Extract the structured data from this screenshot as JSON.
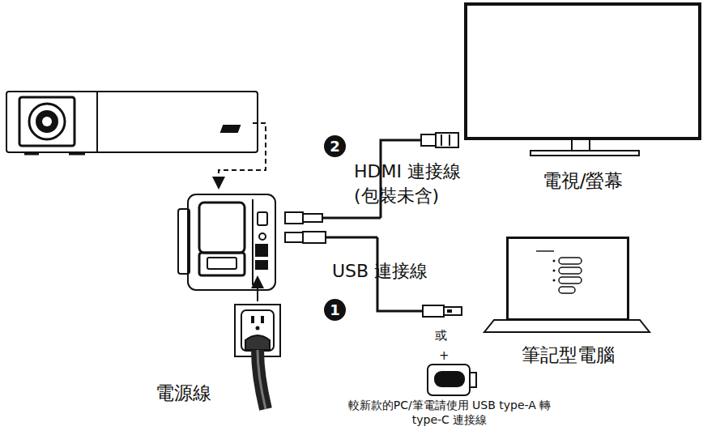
{
  "diagram": {
    "nodes": [
      {
        "text": [
          "電視/螢幕"
        ]
      },
      {
        "text": [
          "筆記型電腦"
        ]
      }
    ],
    "labels": [
      "2",
      "HDMI 連接線 (包裝未含)",
      "USB 連接線",
      "1",
      "或",
      "+",
      "較新款的PC/筆電請使用 USB type-A 轉　type-C 連接線",
      "電源線"
    ]
  }
}
